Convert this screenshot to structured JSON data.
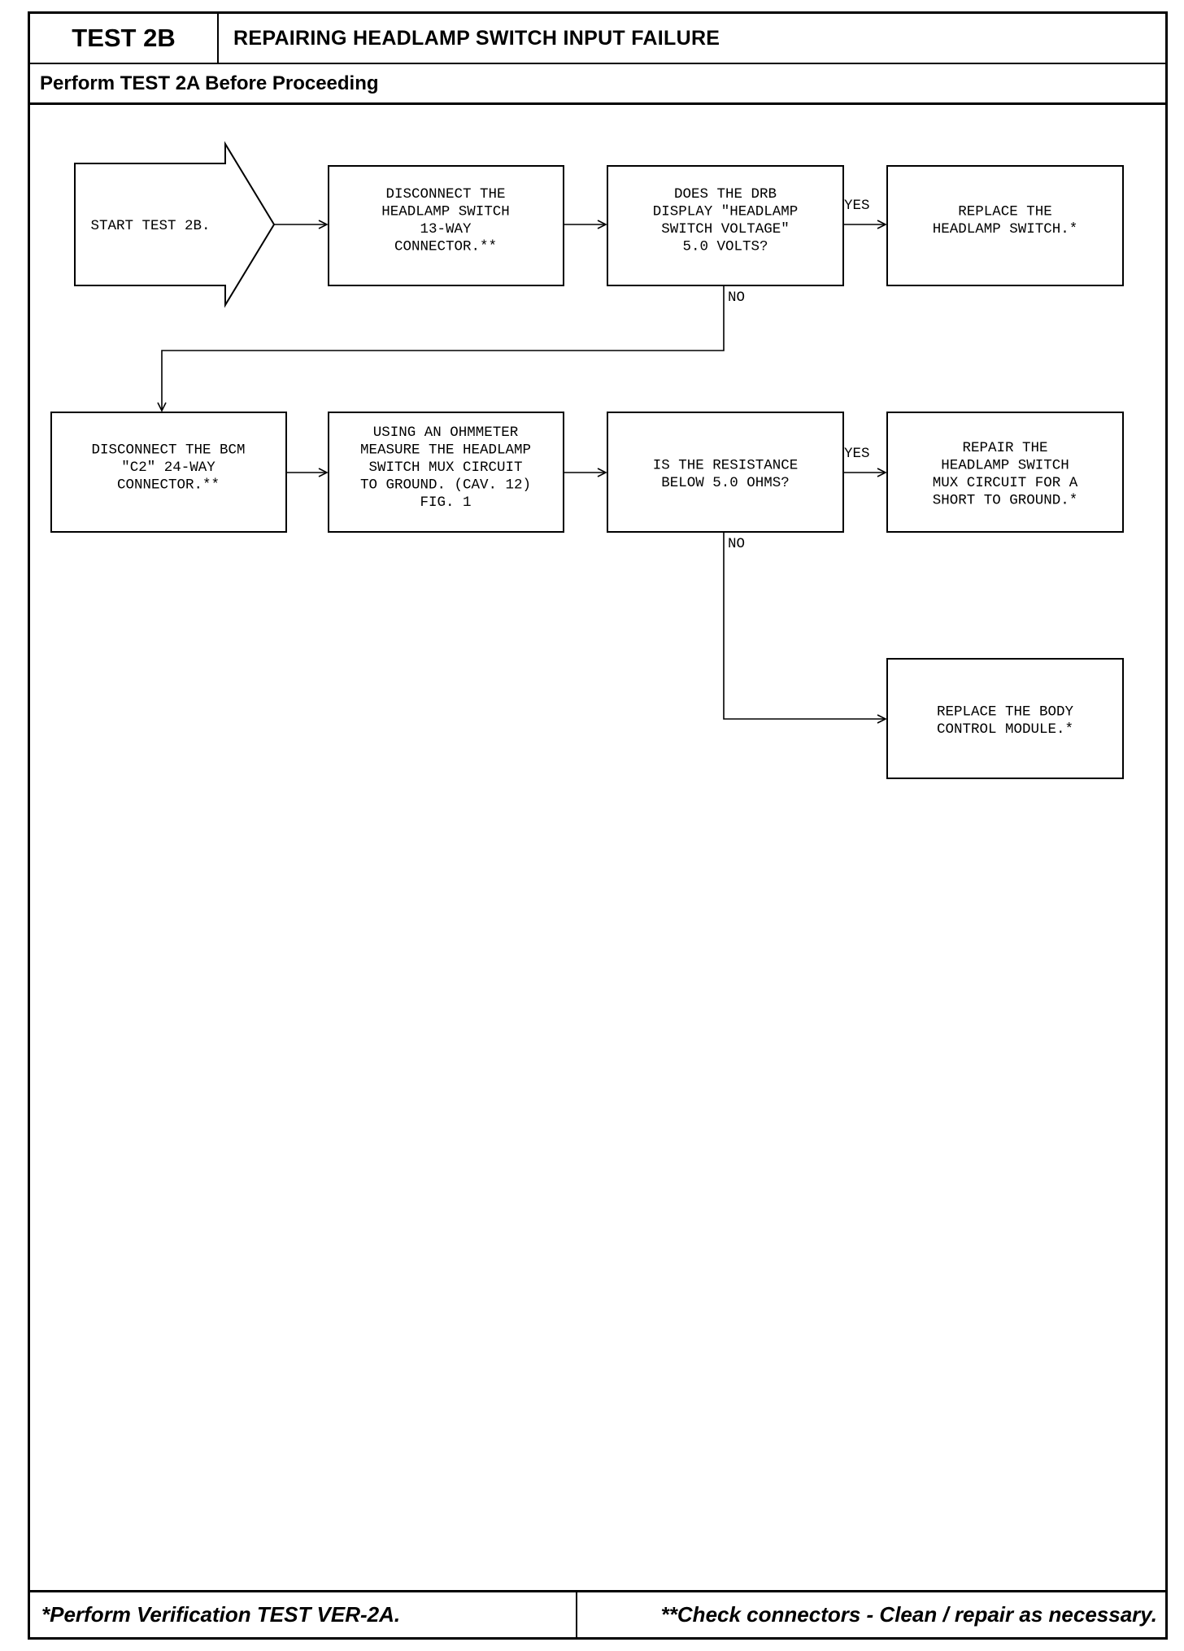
{
  "header": {
    "test_id": "TEST 2B",
    "title": "REPAIRING HEADLAMP SWITCH INPUT FAILURE",
    "prerequisite": "Perform TEST 2A Before Proceeding"
  },
  "flow": {
    "start": [
      "START TEST 2B."
    ],
    "disconnect_headlamp": [
      "DISCONNECT THE",
      "HEADLAMP SWITCH",
      "13-WAY",
      "CONNECTOR.**"
    ],
    "drb_question": [
      "DOES THE DRB",
      "DISPLAY \"HEADLAMP",
      "SWITCH VOLTAGE\"",
      "5.0 VOLTS?"
    ],
    "replace_switch": [
      "REPLACE THE",
      "HEADLAMP SWITCH.*"
    ],
    "disconnect_bcm": [
      "DISCONNECT THE BCM",
      "\"C2\" 24-WAY",
      "CONNECTOR.**"
    ],
    "ohmmeter": [
      "USING AN OHMMETER",
      "MEASURE THE HEADLAMP",
      "SWITCH MUX CIRCUIT",
      "TO GROUND. (CAV. 12)",
      "FIG. 1"
    ],
    "resistance_question": [
      "IS THE RESISTANCE",
      "BELOW 5.0 OHMS?"
    ],
    "repair_short": [
      "REPAIR THE",
      "HEADLAMP SWITCH",
      "MUX CIRCUIT FOR A",
      "SHORT TO GROUND.*"
    ],
    "replace_bcm": [
      "REPLACE THE BODY",
      "CONTROL MODULE.*"
    ],
    "yes_label": "YES",
    "no_label": "NO"
  },
  "footer": {
    "left": "*Perform Verification TEST VER-2A.",
    "right": "**Check connectors - Clean / repair as necessary."
  }
}
